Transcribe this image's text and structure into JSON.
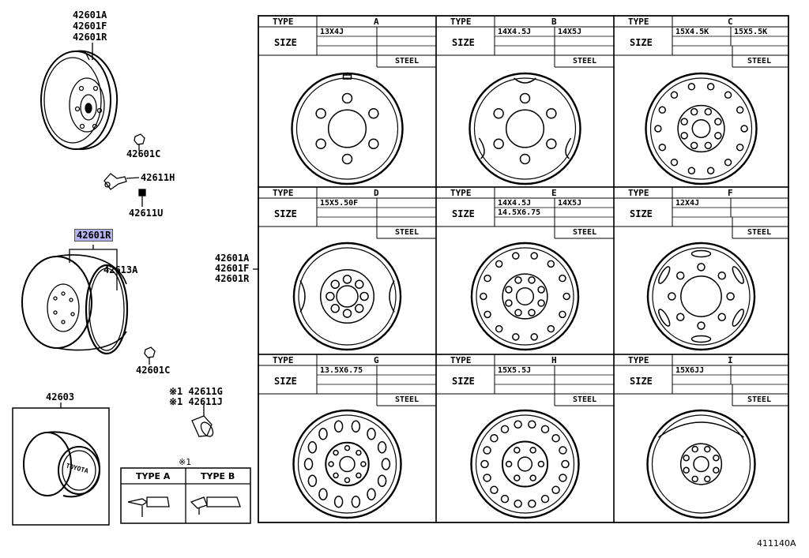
{
  "left_labels": {
    "wheel_top": [
      "42601A",
      "42601F",
      "42601R"
    ],
    "nut_top": "42601C",
    "valve_top": "42611H",
    "valve_cap_top": "42611U",
    "wheel_highlight": "42601R",
    "rim_ring": "42613A",
    "nut_bottom": "42601C",
    "valve_g": "※1 42611G",
    "valve_j": "※1 42611J",
    "cap_box": "42603",
    "cap_logo": "TOYOTA",
    "types_note": "※1",
    "type_a": "TYPE A",
    "type_b": "TYPE B",
    "table_pointer": [
      "42601A",
      "42601F",
      "42601R"
    ]
  },
  "table": {
    "type_label": "TYPE",
    "size_label": "SIZE",
    "cells": [
      {
        "type": "A",
        "sizes": [
          "13X4J",
          ""
        ],
        "sizes2": [
          "",
          ""
        ],
        "material": "STEEL",
        "style": "plain6"
      },
      {
        "type": "B",
        "sizes": [
          "14X4.5J",
          "14X5J"
        ],
        "sizes2": [
          "",
          ""
        ],
        "material": "STEEL",
        "style": "slots6"
      },
      {
        "type": "C",
        "sizes": [
          "15X4.5K",
          "15X5.5K"
        ],
        "sizes2": [
          "",
          ""
        ],
        "material": "STEEL",
        "style": "holes_ring"
      },
      {
        "type": "D",
        "sizes": [
          "15X5.50F",
          ""
        ],
        "sizes2": [
          "",
          ""
        ],
        "material": "STEEL",
        "style": "hub_flower"
      },
      {
        "type": "E",
        "sizes": [
          "14X4.5J",
          "14X5J"
        ],
        "sizes2": [
          "14.5X6.75",
          ""
        ],
        "material": "STEEL",
        "style": "holes_ring"
      },
      {
        "type": "F",
        "sizes": [
          "12X4J",
          ""
        ],
        "sizes2": [
          "",
          ""
        ],
        "material": "STEEL",
        "style": "plain8"
      },
      {
        "type": "G",
        "sizes": [
          "13.5X6.75",
          ""
        ],
        "sizes2": [
          "",
          ""
        ],
        "material": "STEEL",
        "style": "oval_ring"
      },
      {
        "type": "H",
        "sizes": [
          "15X5.5J",
          ""
        ],
        "sizes2": [
          "",
          ""
        ],
        "material": "STEEL",
        "style": "round_ring"
      },
      {
        "type": "I",
        "sizes": [
          "15X6JJ",
          ""
        ],
        "sizes2": [
          "",
          ""
        ],
        "material": "STEEL",
        "style": "hub_star"
      }
    ]
  },
  "diagram_code": "411140A"
}
